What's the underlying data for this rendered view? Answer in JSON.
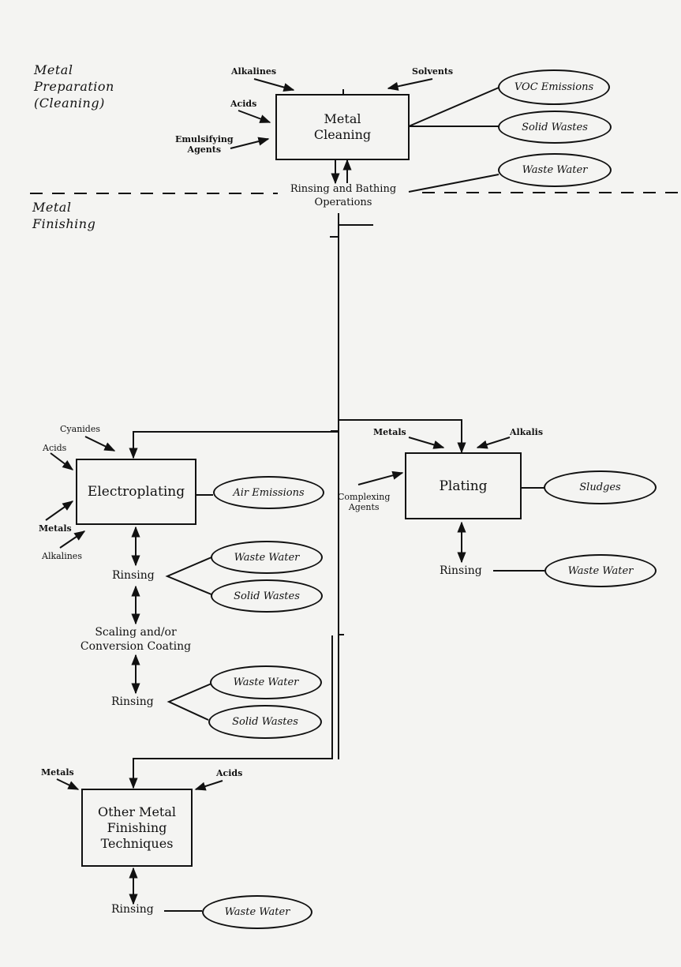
{
  "sections": {
    "preparation": [
      "Metal",
      "Preparation",
      "(Cleaning)"
    ],
    "finishing": [
      "Metal",
      "Finishing"
    ]
  },
  "cleaning": {
    "box_label": [
      "Metal",
      "Cleaning"
    ],
    "inputs": {
      "alkalines": "Alkalines",
      "acids": "Acids",
      "emulsifying": [
        "Emulsifying",
        "Agents"
      ],
      "solvents": "Solvents"
    },
    "outputs": {
      "voc": "VOC Emissions",
      "solid": "Solid Wastes",
      "water": "Waste Water"
    },
    "rinsing": [
      "Rinsing and Bathing",
      "Operations"
    ]
  },
  "electroplating": {
    "box_label": "Electroplating",
    "inputs": {
      "cyanides": "Cyanides",
      "acids": "Acids",
      "metals": "Metals",
      "alkalines": "Alkalines"
    },
    "outputs": {
      "air": "Air Emissions"
    },
    "rinsing1": "Rinsing",
    "rinsing1_outputs": {
      "water": "Waste Water",
      "solid": "Solid Wastes"
    },
    "scaling": [
      "Scaling and/or",
      "Conversion Coating"
    ],
    "rinsing2": "Rinsing",
    "rinsing2_outputs": {
      "water": "Waste Water",
      "solid": "Solid Wastes"
    }
  },
  "plating": {
    "box_label": "Plating",
    "inputs": {
      "metals": "Metals",
      "alkalis": "Alkalis",
      "complexing": [
        "Complexing",
        "Agents"
      ]
    },
    "outputs": {
      "sludges": "Sludges"
    },
    "rinsing": "Rinsing",
    "rinsing_outputs": {
      "water": "Waste Water"
    }
  },
  "other": {
    "box_label": [
      "Other Metal",
      "Finishing",
      "Techniques"
    ],
    "inputs": {
      "metals": "Metals",
      "acids": "Acids"
    },
    "rinsing": "Rinsing",
    "rinsing_outputs": {
      "water": "Waste Water"
    }
  }
}
